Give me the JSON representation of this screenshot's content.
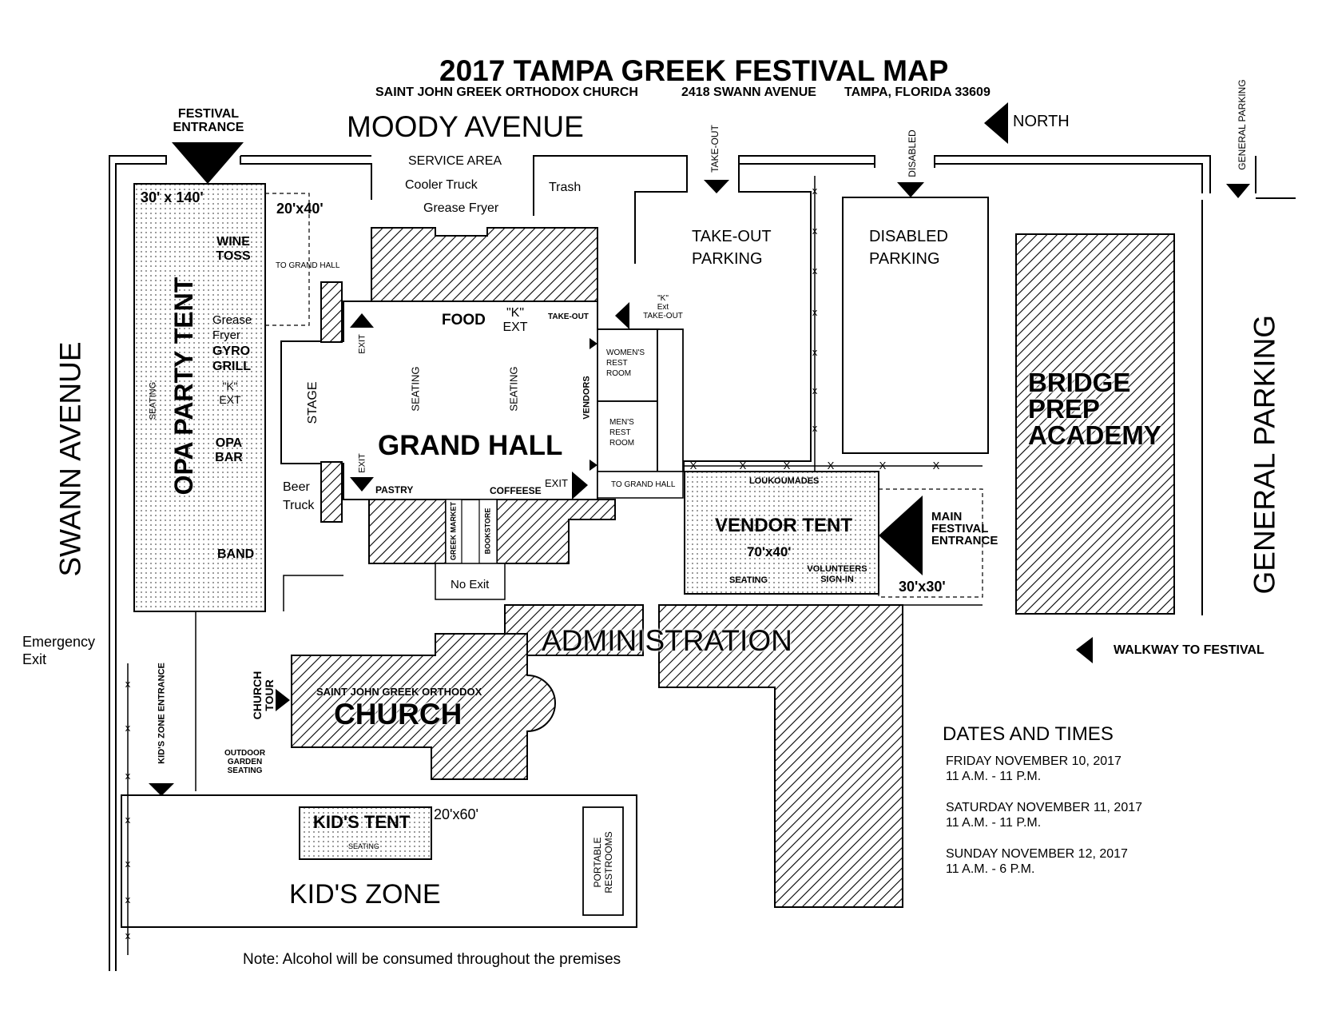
{
  "header": {
    "title": "2017 TAMPA GREEK FESTIVAL MAP",
    "church": "SAINT  JOHN GREEK ORTHODOX CHURCH",
    "address": "2418 SWANN AVENUE",
    "city": "TAMPA, FLORIDA   33609"
  },
  "streets": {
    "moody": "MOODY AVENUE",
    "swann": "SWANN AVENUE",
    "general_parking": "GENERAL PARKING"
  },
  "compass": {
    "north": "NORTH"
  },
  "entrances": {
    "festival_entrance_1": "FESTIVAL",
    "festival_entrance_2": "ENTRANCE",
    "main_1": "MAIN",
    "main_2": "FESTIVAL",
    "main_3": "ENTRANCE",
    "walkway": "WALKWAY TO FESTIVAL",
    "emergency_1": "Emergency",
    "emergency_2": "Exit",
    "kids_zone_entrance": "KID'S ZONE ENTRANCE"
  },
  "parking": {
    "takeout_tag": "TAKE-OUT",
    "disabled_tag": "DISABLED",
    "general_tag": "GENERAL PARKING",
    "takeout_1": "TAKE-OUT",
    "takeout_2": "PARKING",
    "disabled_1": "DISABLED",
    "disabled_2": "PARKING"
  },
  "service": {
    "area": "SERVICE AREA",
    "cooler": "Cooler Truck",
    "grease": "Grease Fryer",
    "trash": "Trash"
  },
  "opa_tent": {
    "name": "OPA PARTY TENT",
    "size": "30' x 140'",
    "annex_size": "20'x40'",
    "wine_1": "WINE",
    "wine_2": "TOSS",
    "to_grand_hall": "TO GRAND HALL",
    "grease_1": "Grease",
    "grease_2": "Fryer",
    "gyro_1": "GYRO",
    "gyro_2": "GRILL",
    "k_1": "\"K\"",
    "k_2": "EXT",
    "seating": "SEATING",
    "bar_1": "OPA",
    "bar_2": "BAR",
    "band": "BAND"
  },
  "grand_hall": {
    "name": "GRAND HALL",
    "food": "FOOD",
    "k_1": "\"K\"",
    "k_2": "EXT",
    "takeout": "TAKE-OUT",
    "k_out_1": "\"K\"",
    "k_out_2": "Ext",
    "k_out_3": "TAKE-OUT",
    "stage": "STAGE",
    "seating_1": "SEATING",
    "seating_2": "SEATING",
    "vendors": "VENDORS",
    "exit_top": "EXIT",
    "exit_bottom": "EXIT",
    "exit_right": "EXIT",
    "pastry": "PASTRY",
    "coffee": "COFFEESE",
    "greek_market": "GREEK MARKET",
    "bookstore": "BOOKSTORE",
    "no_exit": "No Exit",
    "beer_1": "Beer",
    "beer_2": "Truck",
    "womens_1": "WOMEN'S",
    "womens_2": "REST",
    "womens_3": "ROOM",
    "mens_1": "MEN'S",
    "mens_2": "REST",
    "mens_3": "ROOM",
    "to_grand_hall": "TO GRAND HALL"
  },
  "vendor_tent": {
    "name": "VENDOR TENT",
    "size": "70'x40'",
    "loukoumades": "LOUKOUMADES",
    "seating": "SEATING",
    "volunteers_1": "VOLUNTEERS",
    "volunteers_2": "SIGN-IN",
    "annex_size": "30'x30'"
  },
  "bridge_prep": {
    "l1": "BRIDGE",
    "l2": "PREP",
    "l3": "ACADEMY"
  },
  "administration": "ADMINISTRATION",
  "church": {
    "small": "SAINT JOHN GREEK ORTHODOX",
    "big": "CHURCH",
    "tour_1": "CHURCH",
    "tour_2": "TOUR"
  },
  "outdoor": {
    "l1": "OUTDOOR",
    "l2": "GARDEN",
    "l3": "SEATING"
  },
  "kids": {
    "tent": "KID'S TENT",
    "tent_size": "20'x60'",
    "tent_seating": "SEATING",
    "zone": "KID'S ZONE",
    "restrooms_1": "PORTABLE",
    "restrooms_2": "RESTROOMS"
  },
  "schedule": {
    "heading": "DATES AND TIMES",
    "days": [
      {
        "date": "FRIDAY NOVEMBER 10, 2017",
        "time": "11 A.M. - 11 P.M."
      },
      {
        "date": "SATURDAY NOVEMBER 11, 2017",
        "time": "11 A.M. - 11 P.M."
      },
      {
        "date": "SUNDAY NOVEMBER 12, 2017",
        "time": "11 A.M. - 6 P.M."
      }
    ]
  },
  "note": "Note: Alcohol will be consumed throughout the premises",
  "colors": {
    "ink": "#000000",
    "paper": "#ffffff"
  }
}
